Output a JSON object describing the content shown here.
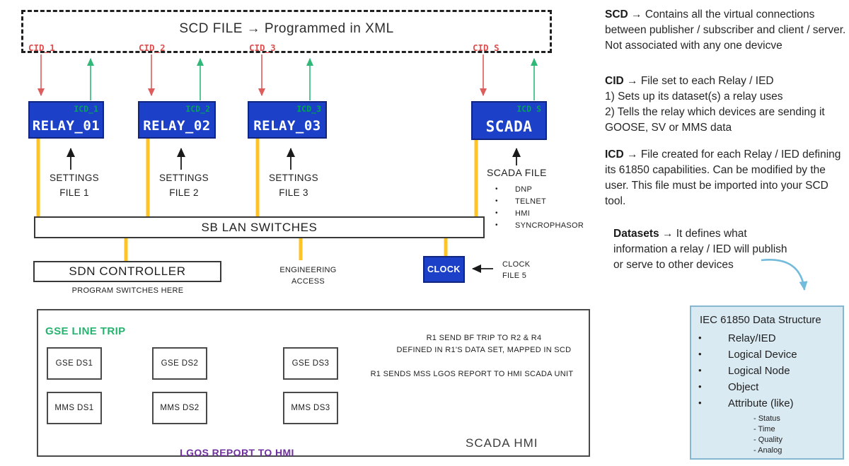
{
  "scd_box": {
    "title": "SCD FILE → Programmed in XML"
  },
  "cid_labels": [
    "CID_1",
    "CID_2",
    "CID_3",
    "CID S"
  ],
  "devices": [
    {
      "name": "RELAY_01",
      "icd": "ICD_1"
    },
    {
      "name": "RELAY_02",
      "icd": "ICD_2"
    },
    {
      "name": "RELAY_03",
      "icd": "ICD_3"
    },
    {
      "name": "SCADA",
      "icd": "ICD S"
    }
  ],
  "settings_labels": [
    {
      "line1": "SETTINGS",
      "line2": "FILE 1"
    },
    {
      "line1": "SETTINGS",
      "line2": "FILE 2"
    },
    {
      "line1": "SETTINGS",
      "line2": "FILE 3"
    }
  ],
  "scada_file": {
    "title": "SCADA FILE",
    "items": [
      "DNP",
      "TELNET",
      "HMI",
      "SYNCROPHASOR"
    ]
  },
  "lan_bar": {
    "label": "SB LAN SWITCHES"
  },
  "sdn": {
    "label": "SDN CONTROLLER",
    "caption": "PROGRAM SWITCHES HERE"
  },
  "engineering": {
    "line1": "ENGINEERING",
    "line2": "ACCESS"
  },
  "clock": {
    "label": "CLOCK",
    "file_line1": "CLOCK",
    "file_line2": "FILE 5"
  },
  "bottom": {
    "gse_line_trip": "GSE LINE TRIP",
    "boxes": [
      "GSE DS1",
      "GSE DS2",
      "GSE DS3",
      "MMS DS1",
      "MMS DS2",
      "MMS DS3"
    ],
    "note1_line1": "R1 SEND BF TRIP TO R2 & R4",
    "note1_line2": "DEFINED IN R1'S DATA SET, MAPPED IN SCD",
    "note2": "R1 SENDS MSS LGOS REPORT TO HMI SCADA UNIT",
    "lgos_label": "LGOS REPORT TO HMI",
    "scada_hmi": "SCADA HMI"
  },
  "arrow_glyph": "→",
  "sidebar": {
    "paragraphs": [
      {
        "heading": "SCD",
        "body": "Contains all the virtual connections between publisher / subscriber and client / server.  Not associated with any one devicve"
      },
      {
        "heading": "CID",
        "body": "File set to each Relay / IED",
        "extra1": "1) Sets up its dataset(s) a relay uses",
        "extra2": "2) Tells the relay which devices are sending it GOOSE, SV or MMS data"
      },
      {
        "heading": "ICD",
        "body": "File created for each Relay / IED defining its 61850 capabilities.  Can be modified by the user.  This file must be imported into your SCD tool."
      },
      {
        "heading": "Datasets",
        "body": "It defines what information a relay / IED will publish or serve to other devices"
      }
    ]
  },
  "iec_box": {
    "title": "IEC 61850 Data Structure",
    "items": [
      "Relay/IED",
      "Logical Device",
      "Logical Node",
      "Object",
      "Attribute (like)"
    ],
    "sub_items": [
      "- Status",
      "- Time",
      "- Quality",
      "- Analog"
    ]
  },
  "colors": {
    "device_blue": "#1C40C8",
    "bus_yellow": "#FFC325",
    "cid_red": "#E04F4F",
    "icd_green": "#00A651",
    "gse_green": "#27B36F",
    "lgos_purple": "#7030A0",
    "iec_fill": "#DAEAF2",
    "iec_border": "#85B8D0",
    "datasets_arrow_blue": "#72BBDC"
  }
}
